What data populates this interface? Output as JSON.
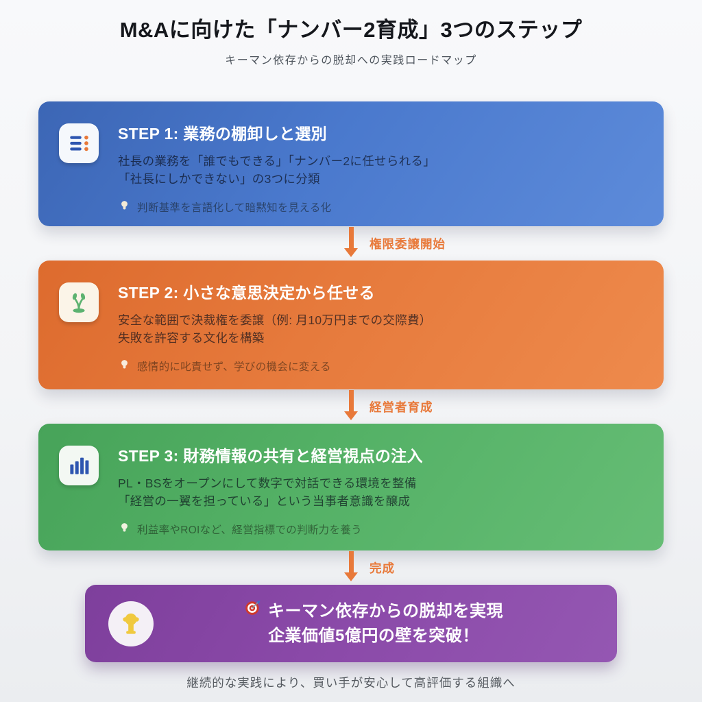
{
  "header": {
    "title": "M&Aに向けた「ナンバー2育成」3つのステップ",
    "subtitle": "キーマン依存からの脱却への実践ロードマップ"
  },
  "steps": [
    {
      "title": "STEP 1: 業務の棚卸しと選別",
      "body": "社長の業務を「誰でもできる」「ナンバー2に任せられる」\n「社長にしかできない」の3つに分類",
      "tip": "判断基準を言語化して暗黙知を見える化",
      "icon": "checklist-icon",
      "card_color_from": "#3c66b5",
      "card_color_to": "#5d8bda",
      "arrow_label": "権限委譲開始"
    },
    {
      "title": "STEP 2: 小さな意思決定から任せる",
      "body": "安全な範囲で決裁権を委譲（例: 月10万円までの交際費）\n失敗を許容する文化を構築",
      "tip": "感情的に叱責せず、学びの機会に変える",
      "icon": "seedling-icon",
      "card_color_from": "#dd6b2e",
      "card_color_to": "#ee8a4c",
      "arrow_label": "経営者育成"
    },
    {
      "title": "STEP 3: 財務情報の共有と経営視点の注入",
      "body": "PL・BSをオープンにして数字で対話できる環境を整備\n「経営の一翼を担っている」という当事者意識を醸成",
      "tip": "利益率やROIなど、経営指標での判断力を養う",
      "icon": "bar-chart-icon",
      "card_color_from": "#47a359",
      "card_color_to": "#66bd75",
      "arrow_label": "完成"
    }
  ],
  "goal": {
    "line1": "キーマン依存からの脱却を実現",
    "line2": "企業価値5億円の壁を突破！",
    "icon": "trophy-icon",
    "inline_icon": "target-icon",
    "card_color_from": "#7e3f9c",
    "card_color_to": "#9457b2"
  },
  "footer": {
    "text": "継続的な実践により、買い手が安心して高評価する組織へ"
  },
  "colors": {
    "background": "#f4f5f7",
    "accent_orange": "#e8793a",
    "title_text": "#15171c",
    "subtitle_text": "#4e555d",
    "step_title_text": "#ffffff",
    "icon_blue": "#2d55b0",
    "icon_green": "#5cb270",
    "icon_yellow": "#f0c93f",
    "target_red": "#cf3a2d"
  }
}
